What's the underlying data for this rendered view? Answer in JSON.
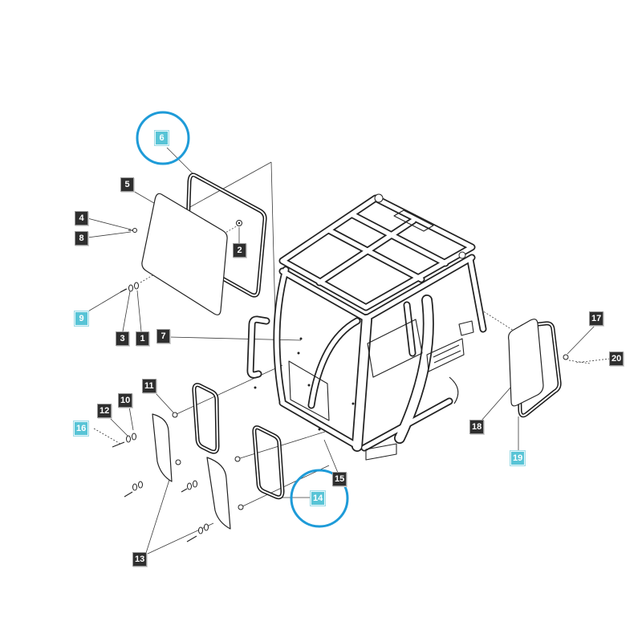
{
  "colors": {
    "highlight": "#58c4d6",
    "ring": "#1e9bd8",
    "label_bg": "#2e2e2e",
    "line": "#222222"
  },
  "callouts": [
    {
      "label": "1",
      "highlighted": false,
      "circled": false
    },
    {
      "label": "2",
      "highlighted": false,
      "circled": false
    },
    {
      "label": "3",
      "highlighted": false,
      "circled": false
    },
    {
      "label": "4",
      "highlighted": false,
      "circled": false
    },
    {
      "label": "5",
      "highlighted": false,
      "circled": false
    },
    {
      "label": "6",
      "highlighted": true,
      "circled": true
    },
    {
      "label": "7",
      "highlighted": false,
      "circled": false
    },
    {
      "label": "8",
      "highlighted": false,
      "circled": false
    },
    {
      "label": "9",
      "highlighted": true,
      "circled": false
    },
    {
      "label": "10",
      "highlighted": false,
      "circled": false
    },
    {
      "label": "11",
      "highlighted": false,
      "circled": false
    },
    {
      "label": "12",
      "highlighted": false,
      "circled": false
    },
    {
      "label": "13",
      "highlighted": false,
      "circled": false
    },
    {
      "label": "14",
      "highlighted": true,
      "circled": true
    },
    {
      "label": "15",
      "highlighted": false,
      "circled": false
    },
    {
      "label": "16",
      "highlighted": true,
      "circled": false
    },
    {
      "label": "17",
      "highlighted": false,
      "circled": false
    },
    {
      "label": "18",
      "highlighted": false,
      "circled": false
    },
    {
      "label": "19",
      "highlighted": true,
      "circled": false
    },
    {
      "label": "20",
      "highlighted": false,
      "circled": false
    }
  ]
}
